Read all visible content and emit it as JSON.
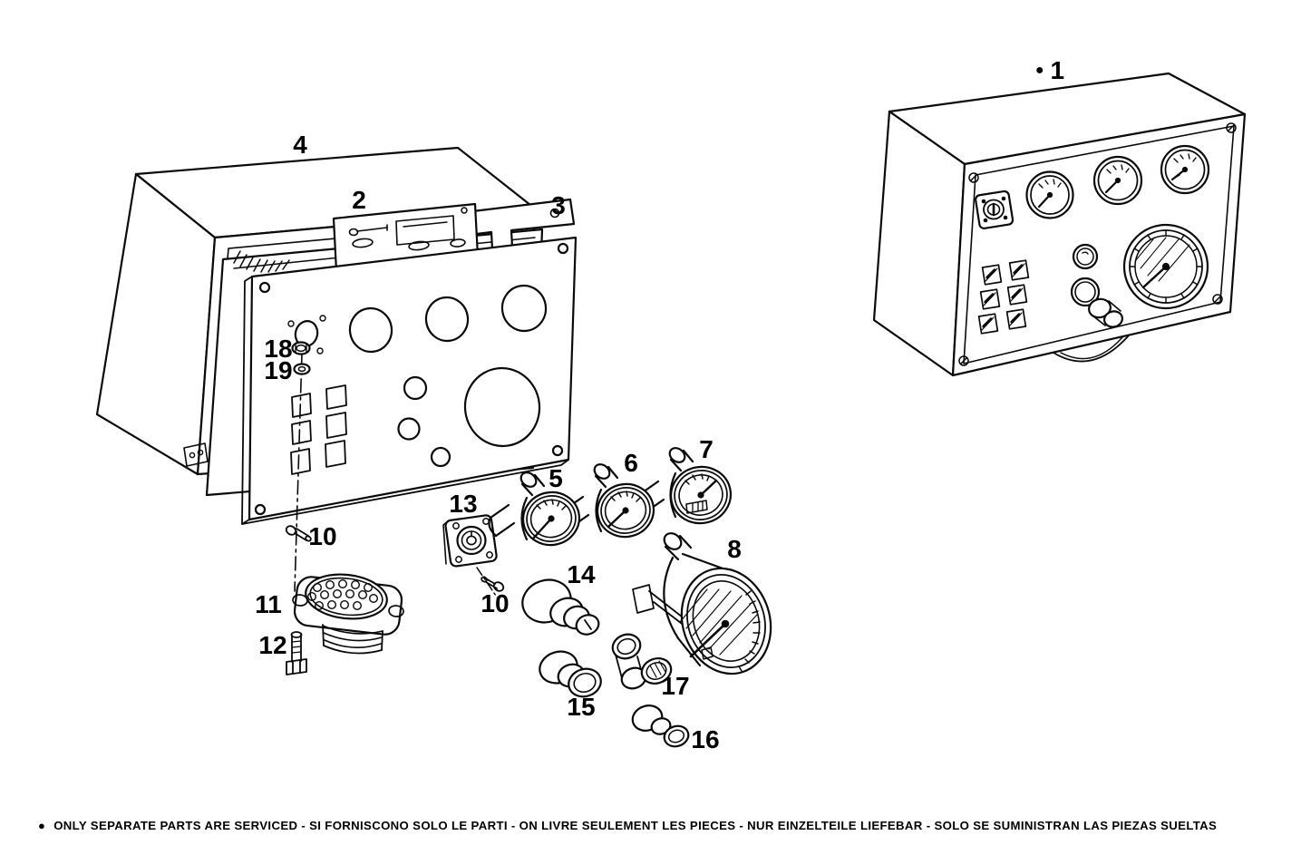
{
  "marker": {
    "dot": "●"
  },
  "parts": {
    "n1": "1",
    "n2": "2",
    "n3": "3",
    "n4": "4",
    "n5": "5",
    "n6": "6",
    "n7": "7",
    "n8": "8",
    "n10": "10",
    "n11": "11",
    "n12": "12",
    "n13": "13",
    "n14": "14",
    "n15": "15",
    "n16": "16",
    "n17": "17",
    "n18": "18",
    "n19": "19"
  },
  "footer": {
    "bullet": "●",
    "text": "ONLY SEPARATE PARTS ARE SERVICED - SI FORNISCONO SOLO LE PARTI - ON LIVRE SEULEMENT LES PIECES - NUR EINZELTEILE LIEFEBAR - SOLO SE SUMINISTRAN LAS PIEZAS SUELTAS"
  }
}
